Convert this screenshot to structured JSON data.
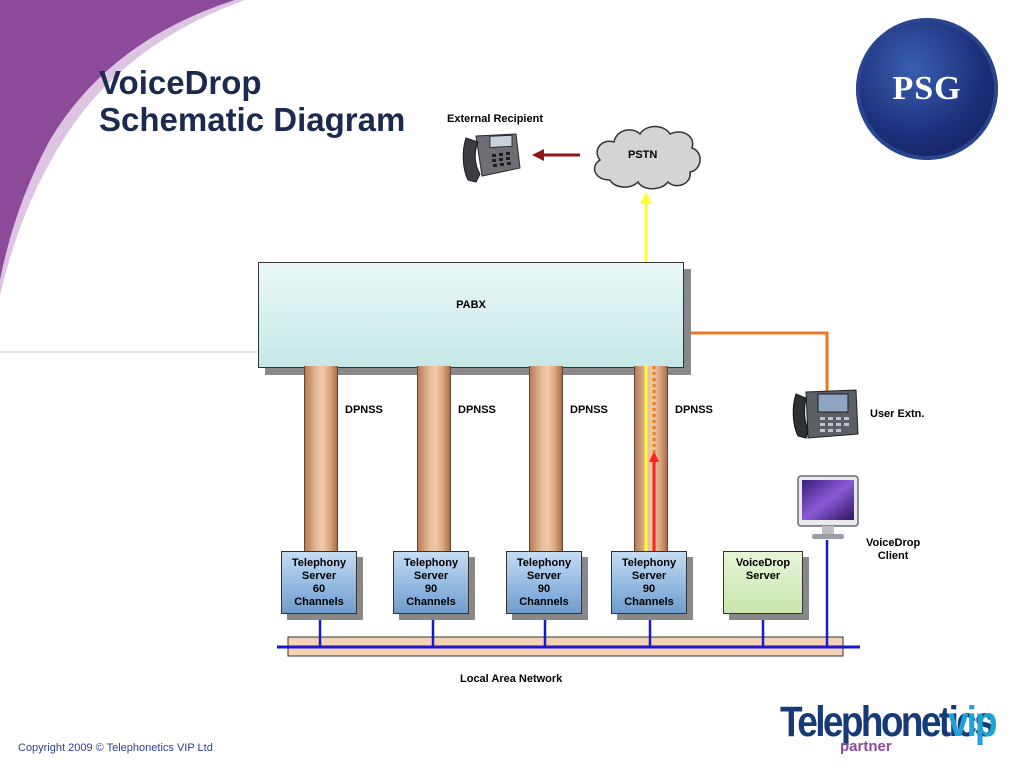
{
  "slide": {
    "title_line1": "VoiceDrop",
    "title_line2": "Schematic Diagram",
    "copyright": "Copyright 2009 © Telephonetics VIP Ltd",
    "logo_psg": "PSG",
    "logo_brand_main": "Telephonetics",
    "logo_brand_suffix": "vip",
    "logo_brand_partner": "partner"
  },
  "diagram": {
    "external_recipient_label": "External Recipient",
    "pstn_label": "PSTN",
    "pabx_label": "PABX",
    "dpnss_labels": [
      "DPNSS",
      "DPNSS",
      "DPNSS",
      "DPNSS"
    ],
    "user_extension_label": "User Extn.",
    "voicedrop_client_label": [
      "VoiceDrop",
      "Client"
    ],
    "lan_label": "Local Area Network",
    "servers": [
      {
        "lines": [
          "Telephony",
          "Server",
          "60",
          "Channels"
        ]
      },
      {
        "lines": [
          "Telephony",
          "Server",
          "90",
          "Channels"
        ]
      },
      {
        "lines": [
          "Telephony",
          "Server",
          "90",
          "Channels"
        ]
      },
      {
        "lines": [
          "Telephony",
          "Server",
          "90",
          "Channels"
        ]
      }
    ],
    "voicedrop_server": {
      "lines": [
        "VoiceDrop",
        "Server"
      ]
    },
    "colors": {
      "title": "#1b2a4e",
      "lan_wire": "#1a1acc",
      "orange_line": "#ee7722",
      "yellow_line": "#ffff33",
      "red_line": "#ff2222",
      "arrow_dark_red": "#8b1a1a",
      "pabx_fill": "#d9f0f0",
      "purple_swoosh": "#8e4a9a"
    }
  }
}
